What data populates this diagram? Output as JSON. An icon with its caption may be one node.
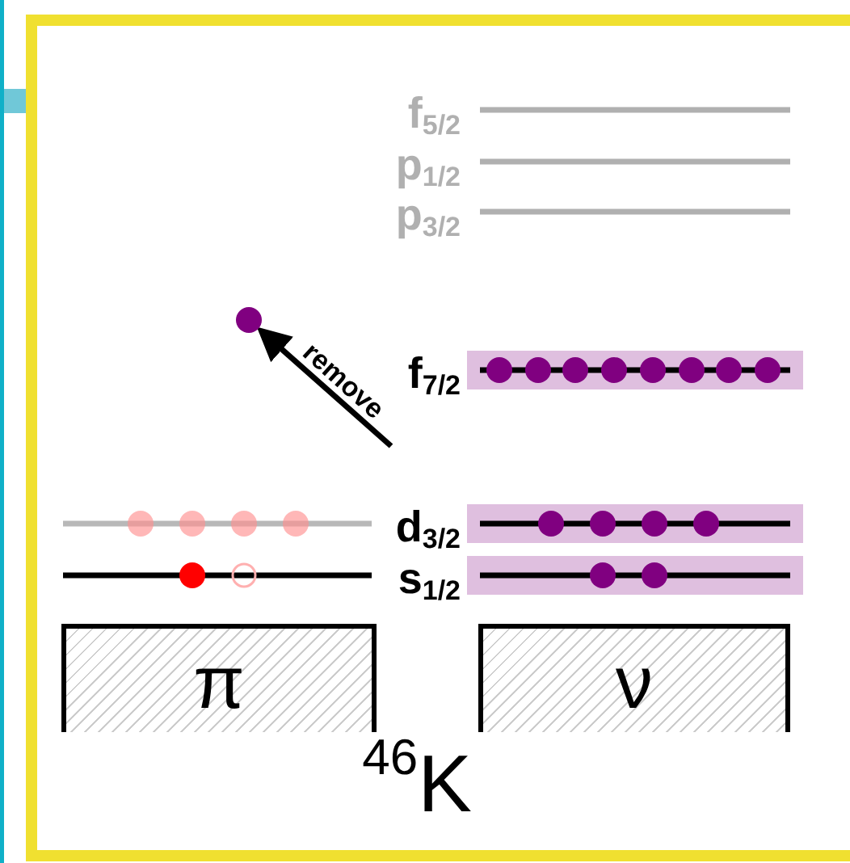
{
  "diagram": {
    "caption": "$^{46}$K",
    "nodes": [
      {
        "text": [
          "π"
        ]
      },
      {
        "text": [
          "ν"
        ]
      },
      {
        "text": [],
        "shape": "circle"
      }
    ],
    "edges": [
      {
        "from": null,
        "to": 2,
        "arrow": "to",
        "label": "remove"
      }
    ],
    "labels": [
      "f$_{5/2}$",
      "p$_{1/2}$",
      "p$_{3/2}$",
      "f$_{7/2}$",
      "d$_{3/2}$",
      "s$_{1/2}$"
    ]
  }
}
